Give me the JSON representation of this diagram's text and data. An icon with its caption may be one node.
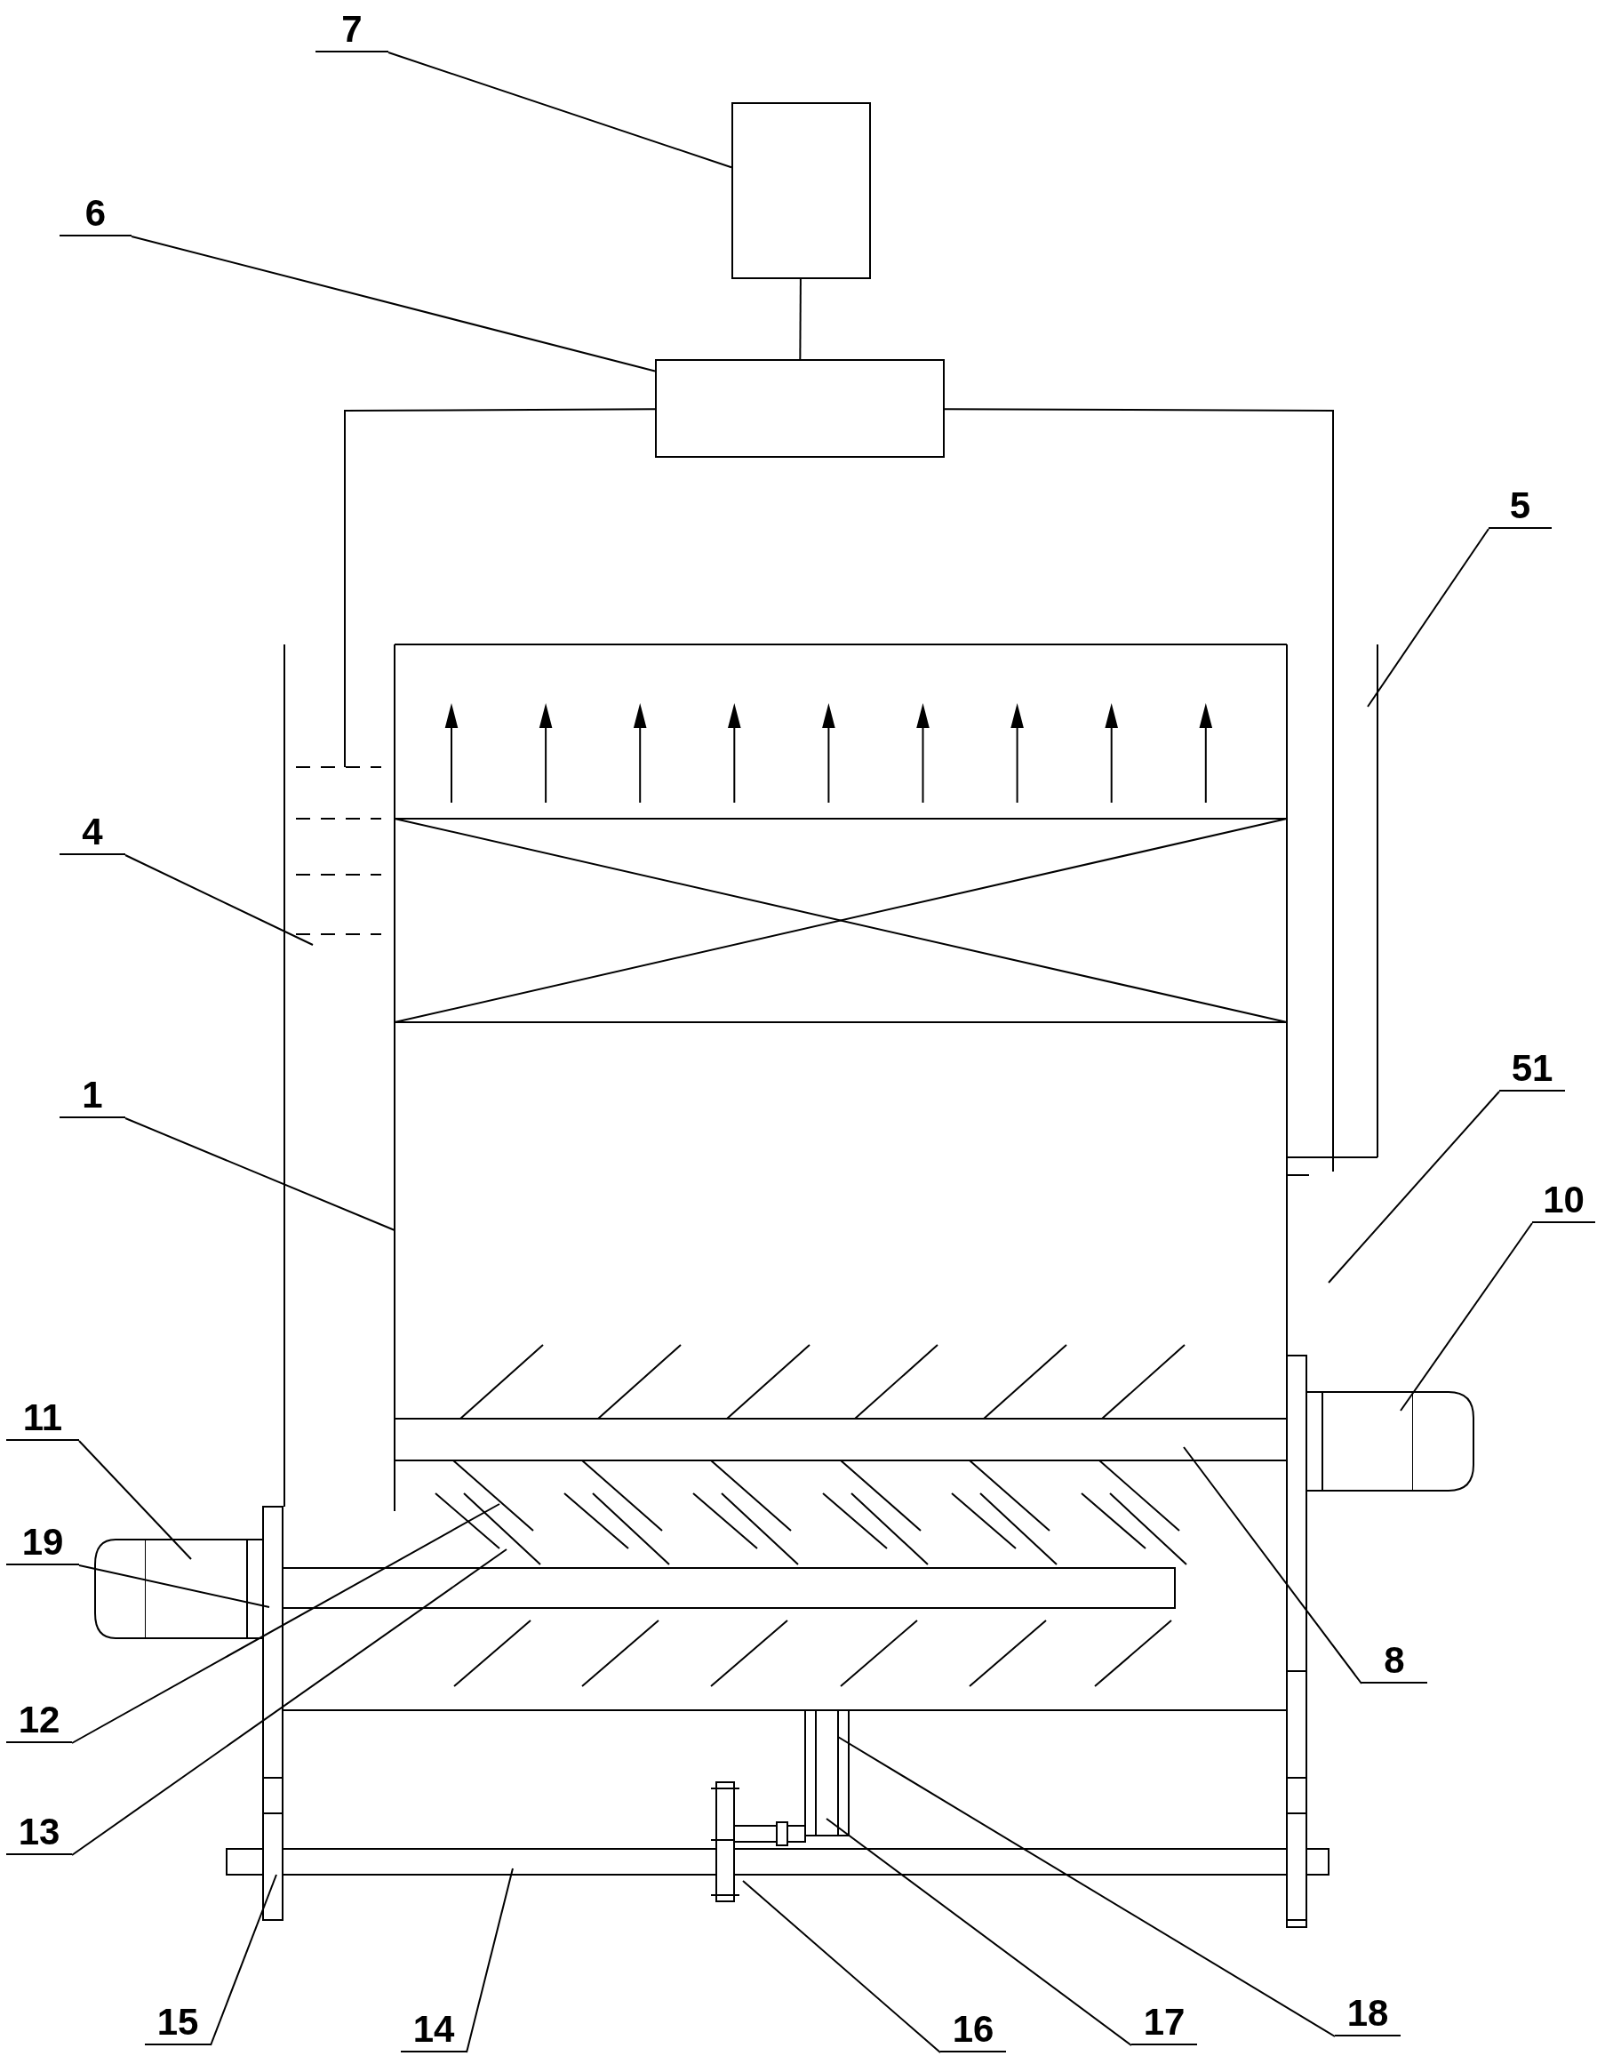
{
  "diagram": {
    "nodes": [
      {
        "text": [
          "7"
        ]
      },
      {
        "text": [],
        "shape": "box"
      },
      {
        "text": [
          "6"
        ]
      },
      {
        "text": [],
        "shape": "box"
      },
      {
        "text": [
          "5"
        ]
      },
      {
        "text": [
          "4"
        ]
      },
      {
        "text": [
          "1"
        ]
      },
      {
        "text": [
          "51"
        ]
      },
      {
        "text": [
          "10"
        ]
      },
      {
        "text": [
          "11"
        ]
      },
      {
        "text": [
          "19"
        ]
      },
      {
        "text": [
          "8"
        ]
      },
      {
        "text": [
          "12"
        ]
      },
      {
        "text": [
          "13"
        ]
      },
      {
        "text": [
          "15"
        ]
      },
      {
        "text": [
          "14"
        ]
      },
      {
        "text": [
          "16"
        ]
      },
      {
        "text": [
          "17"
        ]
      },
      {
        "text": [
          "18"
        ]
      }
    ],
    "edges": [
      {
        "from": 0,
        "to": 1,
        "arrow": "none"
      },
      {
        "from": 2,
        "to": 3,
        "arrow": "none"
      },
      {
        "from": 1,
        "to": 3,
        "arrow": "none"
      },
      {
        "from": 3,
        "to": null,
        "arrow": "none"
      },
      {
        "from": 3,
        "to": null,
        "arrow": "none"
      },
      {
        "from": 4,
        "to": null,
        "arrow": "none"
      },
      {
        "from": 5,
        "to": null,
        "arrow": "none"
      },
      {
        "from": 6,
        "to": null,
        "arrow": "none"
      },
      {
        "from": 7,
        "to": null,
        "arrow": "none"
      },
      {
        "from": 8,
        "to": null,
        "arrow": "none"
      },
      {
        "from": 9,
        "to": null,
        "arrow": "none"
      },
      {
        "from": 10,
        "to": null,
        "arrow": "none"
      },
      {
        "from": 11,
        "to": null,
        "arrow": "none"
      },
      {
        "from": 12,
        "to": null,
        "arrow": "none"
      },
      {
        "from": 13,
        "to": null,
        "arrow": "none"
      },
      {
        "from": 14,
        "to": null,
        "arrow": "none"
      },
      {
        "from": 15,
        "to": null,
        "arrow": "none"
      },
      {
        "from": 16,
        "to": null,
        "arrow": "none"
      },
      {
        "from": 17,
        "to": null,
        "arrow": "none"
      },
      {
        "from": 18,
        "to": null,
        "arrow": "none"
      }
    ]
  }
}
